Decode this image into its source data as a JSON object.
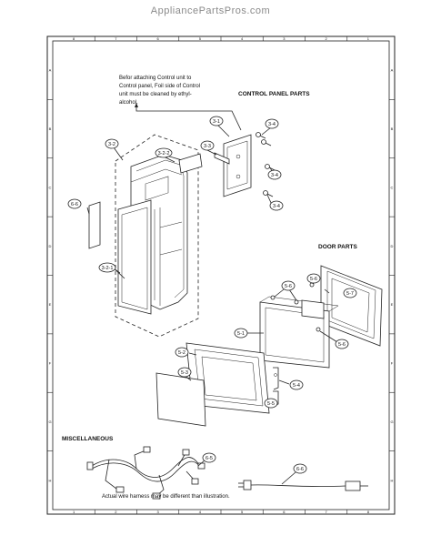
{
  "site_title": "AppliancePartsPros.com",
  "note": [
    "Befor attaching Control unit to",
    "Control panel, Foil side of Control",
    "unit must be cleaned by ethyl-",
    "alcohol."
  ],
  "sections": {
    "control_panel": "CONTROL PANEL PARTS",
    "door": "DOOR PARTS",
    "misc": "MISCELLANEOUS"
  },
  "wire_note": "Actual wire harness may be different than illustration.",
  "callouts": {
    "c_3_1": "3-1",
    "c_3_4a": "3-4",
    "c_3_3": "3-3",
    "c_3_2_2": "3-2-2",
    "c_3_2": "3-2",
    "c_3_4b": "3-4",
    "c_3_4c": "3-4",
    "c_6_6": "6-6",
    "c_3_2_1": "3-2-1",
    "c_5_6a": "5-6",
    "c_5_6b": "5-6",
    "c_5_7": "5-7",
    "c_5_1": "5-1",
    "c_5_6c": "5-6",
    "c_5_2": "5-2",
    "c_5_3": "5-3",
    "c_5_4": "5-4",
    "c_5_5": "5-5",
    "c_6_5": "6-5",
    "c_6_6b": "6-6"
  },
  "border_numbers": {
    "top": [
      "8",
      "7",
      "6",
      "5",
      "4",
      "3",
      "2",
      "1"
    ],
    "bottom": [
      "1",
      "2",
      "3",
      "4",
      "5",
      "6",
      "7",
      "8"
    ],
    "left": [
      "A",
      "B",
      "C",
      "D",
      "E",
      "F",
      "G",
      "H"
    ],
    "right": [
      "A",
      "B",
      "C",
      "D",
      "E",
      "F",
      "G",
      "H"
    ]
  }
}
